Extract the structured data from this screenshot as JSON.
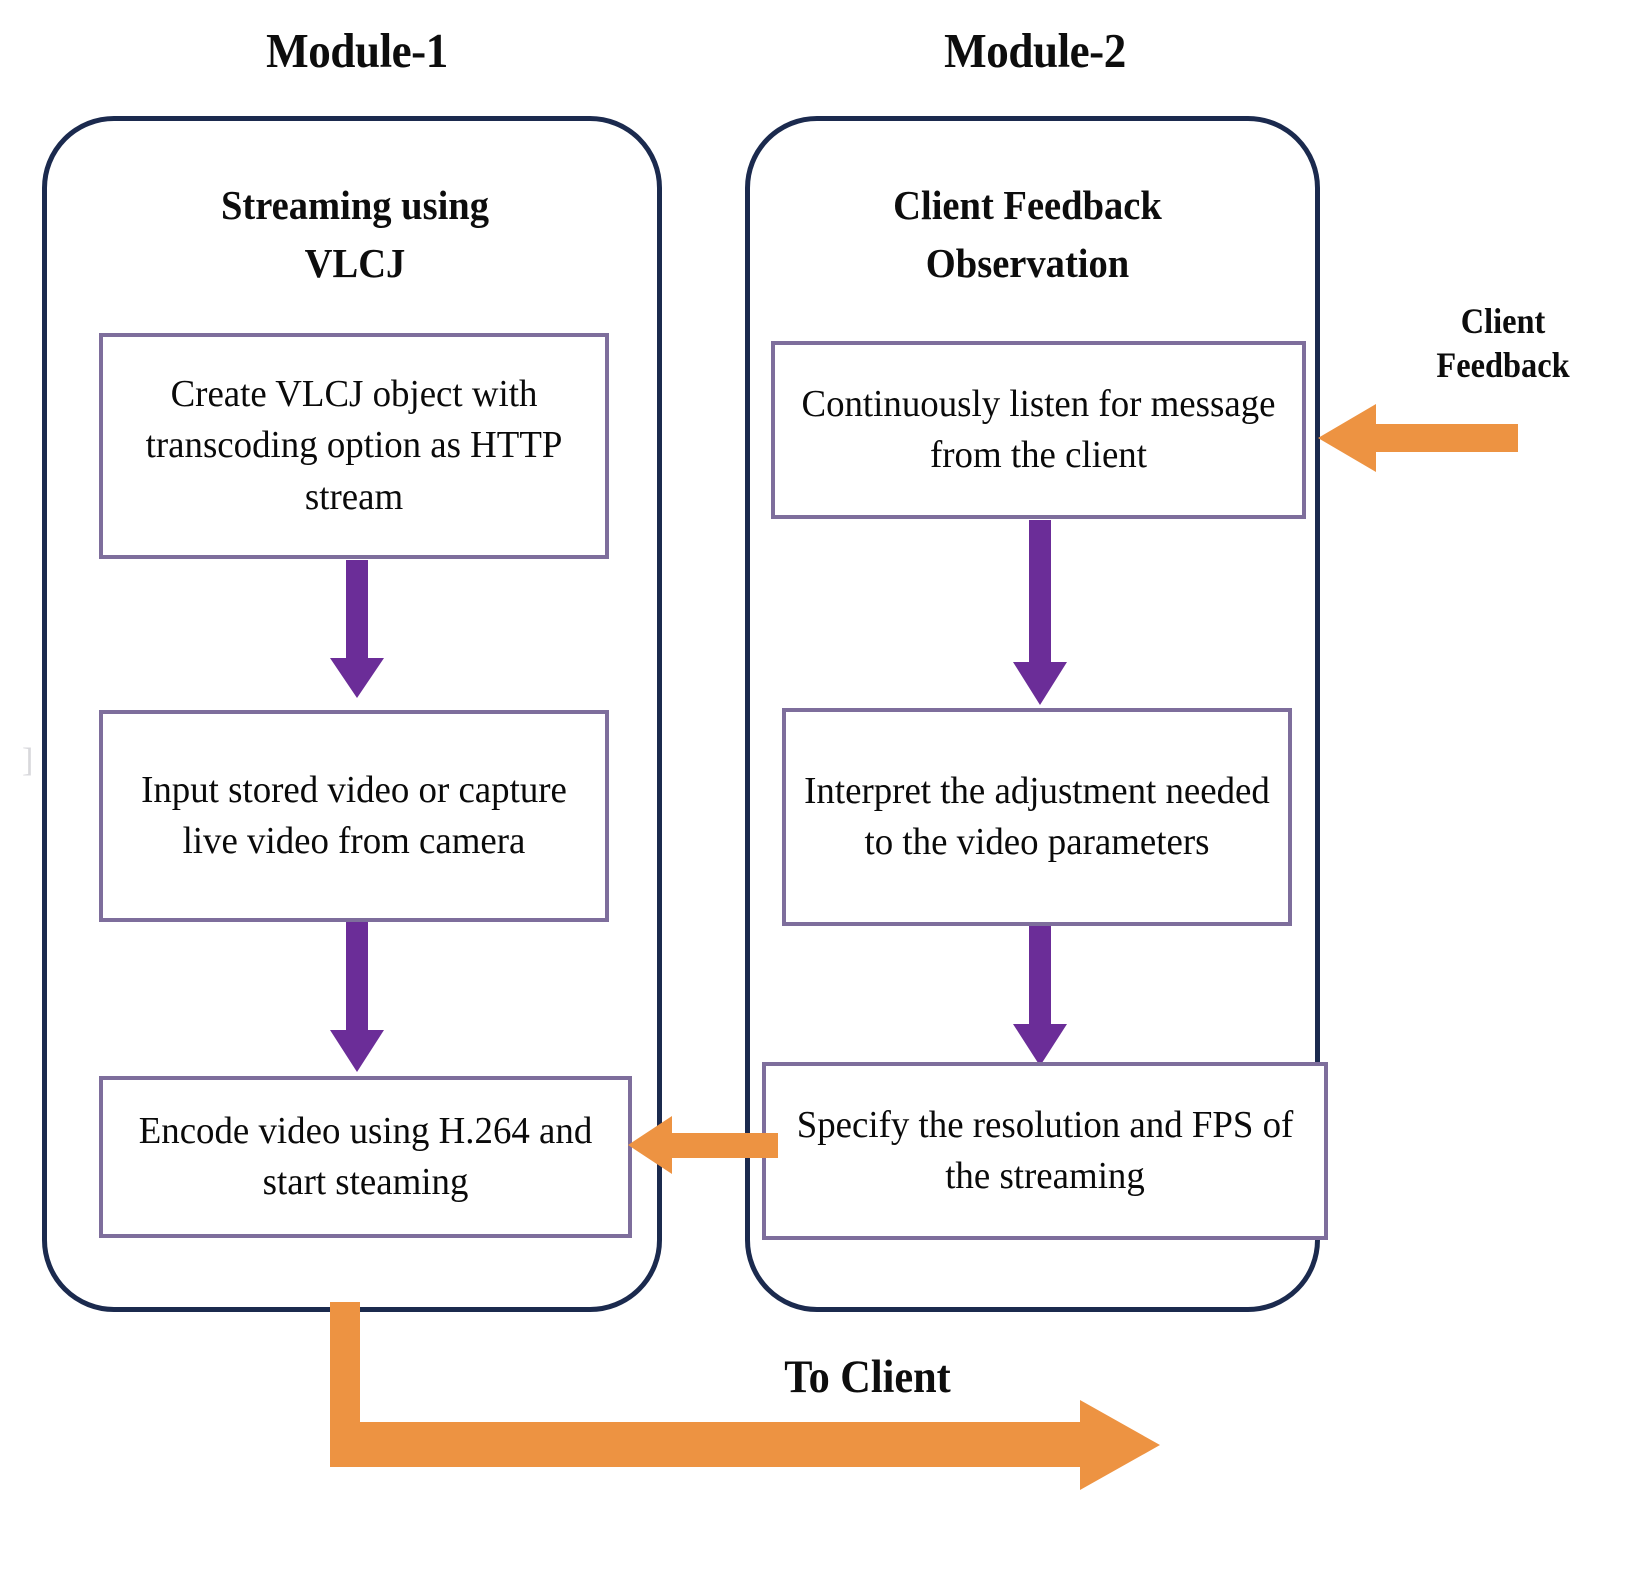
{
  "figure": {
    "type": "block-diagram",
    "background_color": "#ffffff",
    "colors": {
      "module_border": "#1b2a4e",
      "process_box_border": "#7e6e9c",
      "flow_arrow": "#6b2d98",
      "connector_arrow": "#ed9342",
      "text": "#0a0a0a"
    }
  },
  "modules": [
    {
      "title": "Module-1",
      "heading": "Streaming using\nVLCJ",
      "steps": [
        {
          "label": "Create VLCJ object with transcoding option as HTTP stream"
        },
        {
          "label": "Input stored video or capture live video from camera"
        },
        {
          "label": "Encode video using H.264 and start steaming"
        }
      ]
    },
    {
      "title": "Module-2",
      "heading": "Client Feedback\nObservation",
      "steps": [
        {
          "label": "Continuously listen for message from the client"
        },
        {
          "label": "Interpret the adjustment needed to the video parameters"
        },
        {
          "label": "Specify the resolution and FPS of the streaming"
        }
      ]
    }
  ],
  "connectors": {
    "client_feedback_label": "Client\nFeedback",
    "to_client_label": "To Client"
  }
}
